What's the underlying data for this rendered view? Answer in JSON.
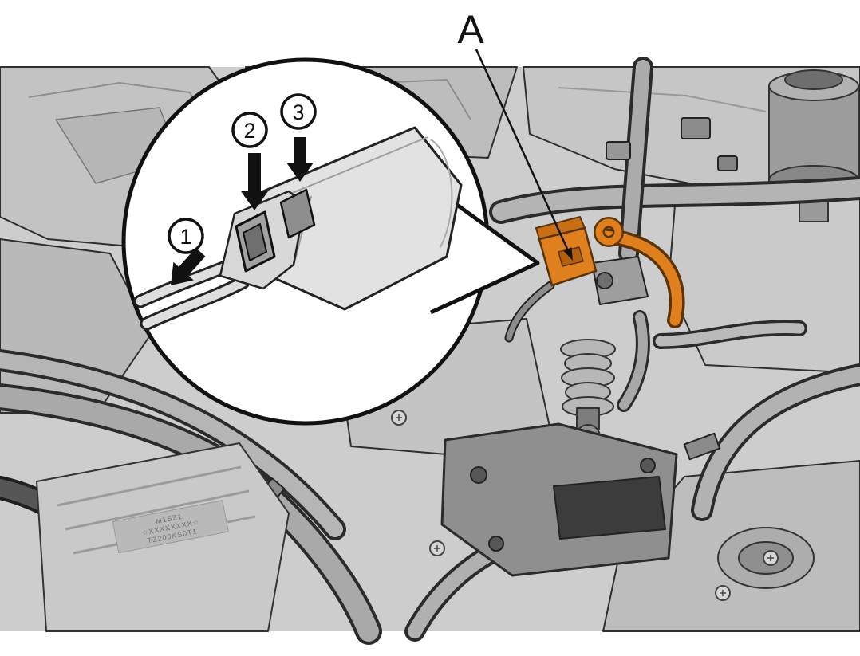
{
  "labels": {
    "component": "A"
  },
  "steps": [
    {
      "number": "1"
    },
    {
      "number": "2"
    },
    {
      "number": "3"
    }
  ],
  "part_label": {
    "line1": "M1SZ1",
    "line2": "☆XXXXXXXX☆",
    "line3": "TZ200KS0T1"
  },
  "colors": {
    "highlight_orange": "#E07F1E",
    "highlight_orange_dark": "#C76F12",
    "illustration_gray": "#CDCDCD",
    "outline_black": "#111111",
    "callout_white": "#FFFFFF"
  }
}
